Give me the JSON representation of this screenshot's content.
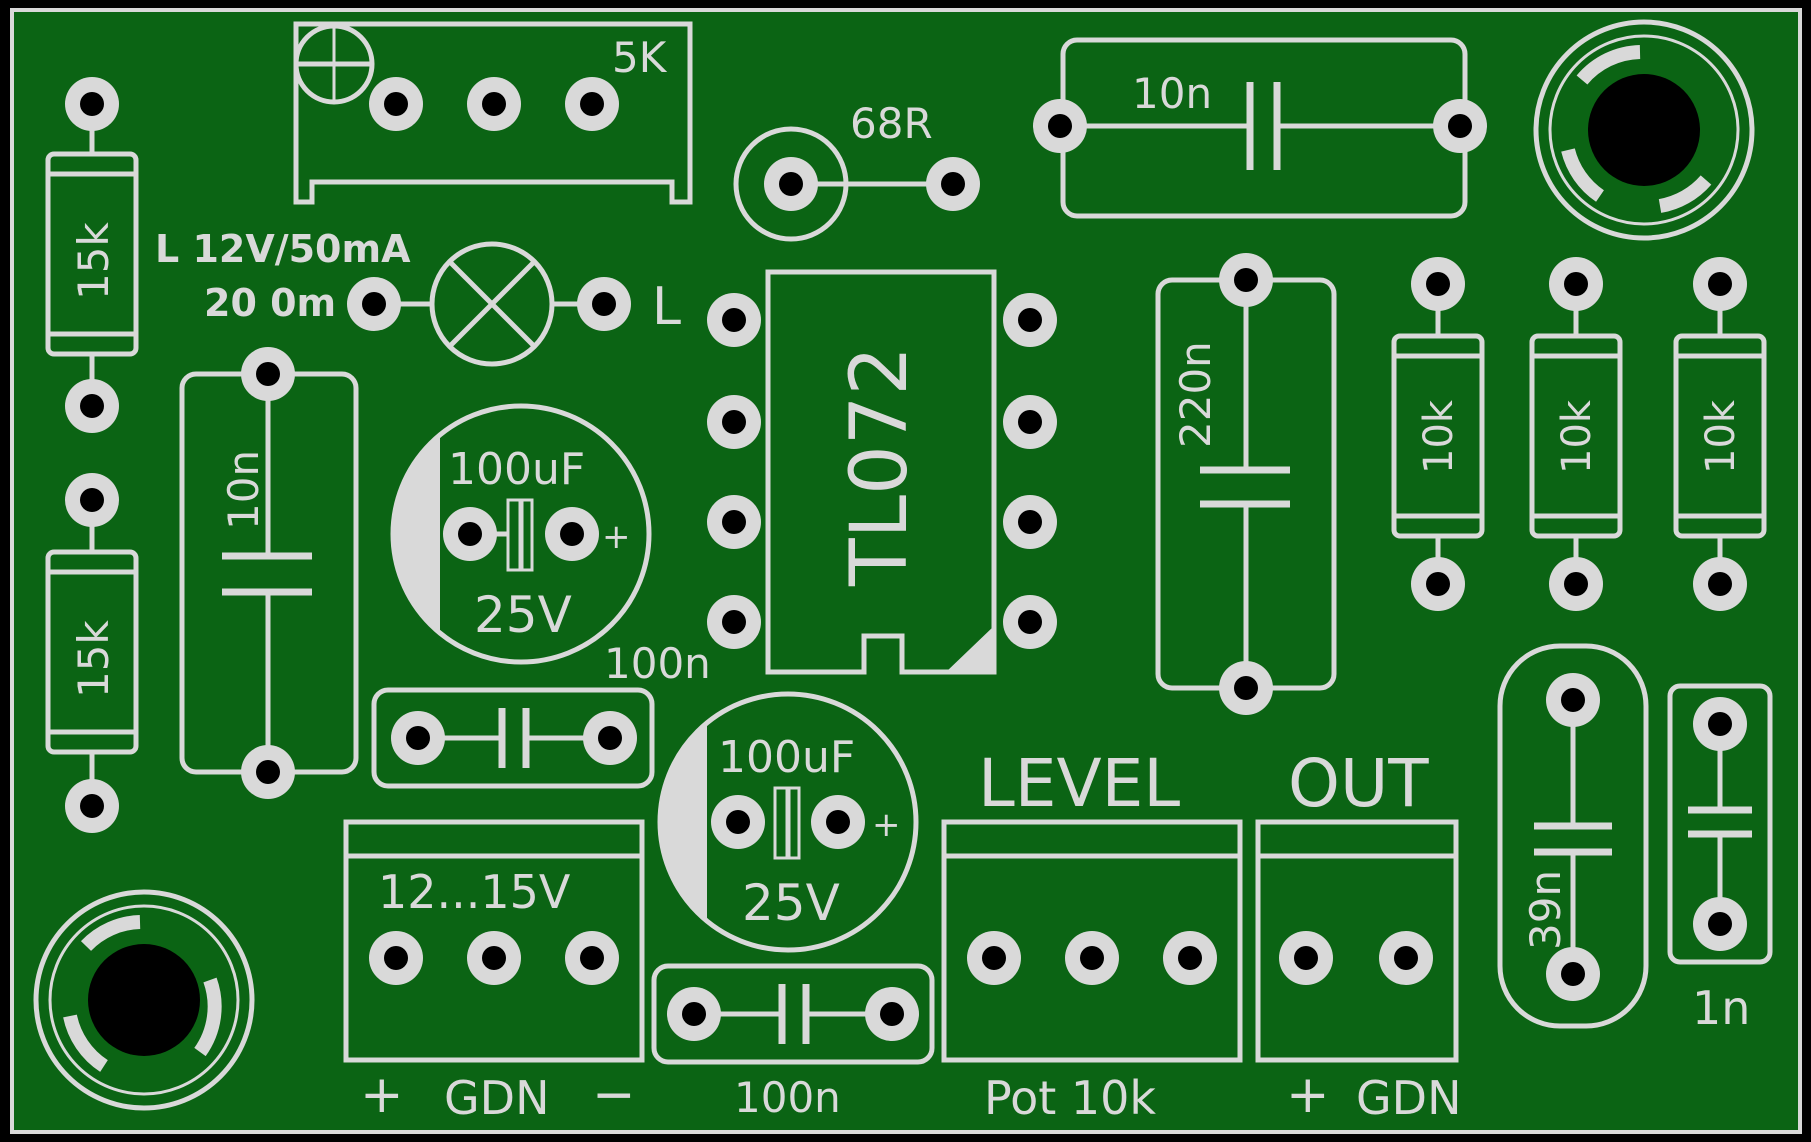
{
  "colors": {
    "board": "#0b6414",
    "silk": "#d9d9d9",
    "hole": "#000000",
    "frame": "#d9d9d9"
  },
  "labels": {
    "trimmer_value": "5K",
    "resistor_68r": "68R",
    "lamp_spec": "L 12V/50mA",
    "lamp_spec2": "20 0m",
    "lamp_l": "L",
    "r_left_top": "15k",
    "r_left_bottom": "15k",
    "cap_left": "10n",
    "cap_top": "10n",
    "elcap1_value": "100uF",
    "elcap1_voltage": "25V",
    "elcap1_plus": "+",
    "elcap2_value": "100uF",
    "elcap2_voltage": "25V",
    "elcap2_plus": "+",
    "cap_100n_upper": "100n",
    "cap_100n_lower": "100n",
    "ic": "TL072",
    "cap_220n": "220n",
    "r_right_1": "10k",
    "r_right_2": "10k",
    "r_right_3": "10k",
    "cap_39n": "39n",
    "cap_1n": "1n",
    "level": "LEVEL",
    "out": "OUT",
    "supply": "12...15V",
    "pwr_plus": "+",
    "pwr_gnd": "GDN",
    "pwr_minus": "−",
    "pot": "Pot 10k",
    "out_plus": "+",
    "out_gnd": "GDN"
  }
}
